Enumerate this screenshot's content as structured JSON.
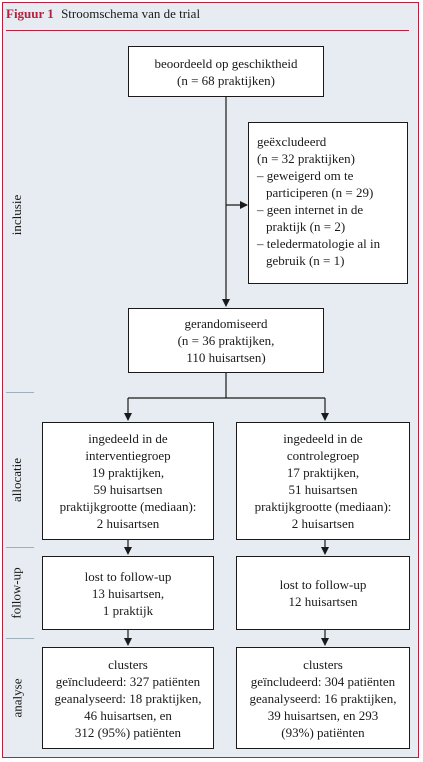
{
  "figure": {
    "label": "Figuur 1",
    "title": "Stroomschema van de trial"
  },
  "phases": [
    "inclusie",
    "allocatie",
    "follow-up",
    "analyse"
  ],
  "boxes": {
    "assessed": [
      "beoordeeld op geschiktheid",
      "(n = 68 praktijken)"
    ],
    "excluded": [
      "geëxcludeerd",
      "(n = 32 praktijken)",
      "– geweigerd om te",
      "participeren (n = 29)",
      "– geen internet in de",
      "praktijk (n = 2)",
      "– teledermatologie al in",
      "gebruik (n = 1)"
    ],
    "randomized": [
      "gerandomiseerd",
      "(n = 36 praktijken,",
      "110 huisartsen)"
    ],
    "alloc_intervention": [
      "ingedeeld in de",
      "interventiegroep",
      "19 praktijken,",
      "59 huisartsen",
      "praktijkgrootte (mediaan):",
      "2 huisartsen"
    ],
    "alloc_control": [
      "ingedeeld in de",
      "controlegroep",
      "17 praktijken,",
      "51 huisartsen",
      "praktijkgrootte (mediaan):",
      "2 huisartsen"
    ],
    "followup_intervention": [
      "lost to follow-up",
      "13 huisartsen,",
      "1 praktijk"
    ],
    "followup_control": [
      "lost to follow-up",
      "12 huisartsen"
    ],
    "analysis_intervention": [
      "clusters",
      "geïncludeerd: 327 patiënten",
      "geanalyseerd: 18 praktijken,",
      "46 huisartsen, en",
      "312 (95%) patiënten"
    ],
    "analysis_control": [
      "clusters",
      "geïncludeerd: 304 patiënten",
      "geanalyseerd: 16 praktijken,",
      "39 huisartsen, en 293",
      "(93%) patiënten"
    ]
  }
}
